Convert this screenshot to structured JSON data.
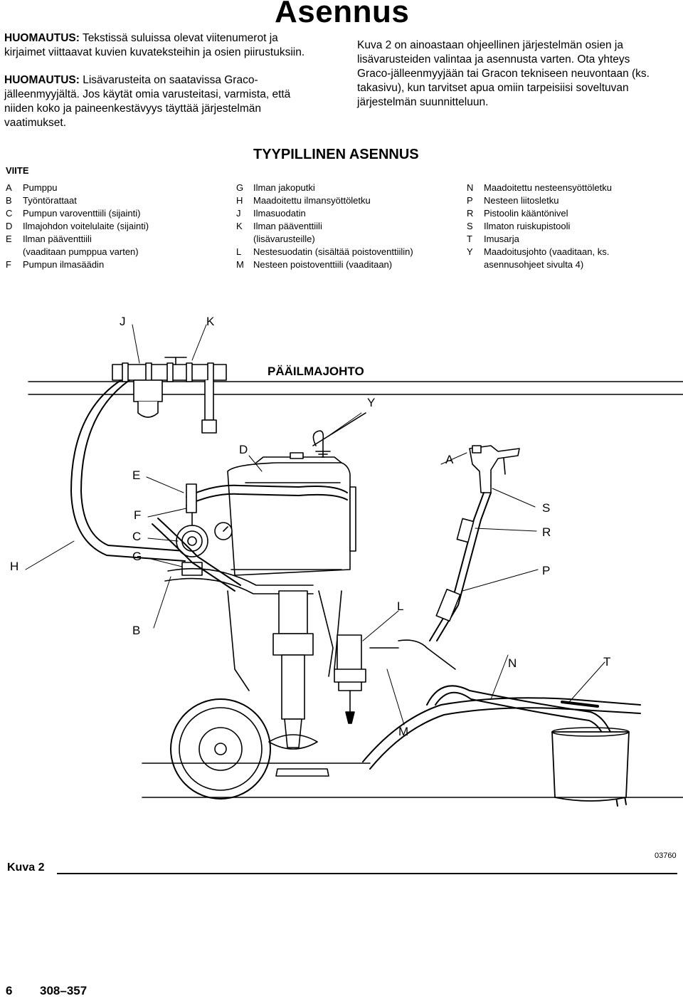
{
  "page": {
    "title": "Asennus",
    "notes_left": [
      {
        "label": "HUOMAUTUS:",
        "text": "Tekstissä suluissa olevat viitenumerot ja kirjaimet viittaavat kuvien kuvateksteihin ja osien piirustuksiin."
      },
      {
        "label": "HUOMAUTUS:",
        "text": "Lisävarusteita on saatavissa Graco-jälleenmyyjältä. Jos käytät omia varusteitasi, varmista, että niiden koko ja paineenkestävyys täyttää järjestelmän vaatimukset."
      }
    ],
    "note_right": "Kuva 2 on ainoastaan ohjeellinen järjestelmän osien ja lisävarusteiden valintaa ja asennusta varten. Ota yhteys Graco-jälleenmyyjään tai Gracon tekniseen neuvontaan (ks. takasivu), kun tarvitset apua omiin tarpeisiisi soveltuvan järjestelmän suunnitteluun.",
    "section_title": "TYYPILLINEN ASENNUS",
    "ref_heading": "VIITE"
  },
  "legend": {
    "col1": [
      {
        "key": "A",
        "text": "Pumppu"
      },
      {
        "key": "B",
        "text": "Työntörattaat"
      },
      {
        "key": "C",
        "text": "Pumpun varoventtiili (sijainti)"
      },
      {
        "key": "D",
        "text": "Ilmajohdon voitelulaite (sijainti)"
      },
      {
        "key": "E",
        "text": "Ilman pääventtiili"
      },
      {
        "key": "",
        "text": "(vaaditaan pumppua varten)"
      },
      {
        "key": "F",
        "text": "Pumpun ilmasäädin"
      }
    ],
    "col2": [
      {
        "key": "G",
        "text": "Ilman jakoputki"
      },
      {
        "key": "H",
        "text": "Maadoitettu ilmansyöttöletku"
      },
      {
        "key": "J",
        "text": "Ilmasuodatin"
      },
      {
        "key": "K",
        "text": "Ilman pääventtiili"
      },
      {
        "key": "",
        "text": "(lisävarusteille)"
      },
      {
        "key": "L",
        "text": "Nestesuodatin (sisältää poistoventtiilin)"
      },
      {
        "key": "M",
        "text": "Nesteen poistoventtiili (vaaditaan)"
      }
    ],
    "col3": [
      {
        "key": "N",
        "text": "Maadoitettu nesteensyöttöletku"
      },
      {
        "key": "P",
        "text": "Nesteen liitosletku"
      },
      {
        "key": "R",
        "text": "Pistoolin kääntönivel"
      },
      {
        "key": "S",
        "text": "Ilmaton ruiskupistooli"
      },
      {
        "key": "T",
        "text": "Imusarja"
      },
      {
        "key": "Y",
        "text": "Maadoitusjohto (vaaditaan, ks."
      },
      {
        "key": "",
        "text": "asennusohjeet sivulta 4)"
      }
    ]
  },
  "figure": {
    "main_air_line": "PÄÄILMAJOHTO",
    "callouts": {
      "J": "J",
      "K": "K",
      "Y": "Y",
      "D": "D",
      "A": "A",
      "E": "E",
      "F": "F",
      "C": "C",
      "G": "G",
      "H": "H",
      "S": "S",
      "R": "R",
      "P": "P",
      "L": "L",
      "B": "B",
      "N": "N",
      "T": "T",
      "M": "M"
    },
    "caption": "Kuva 2",
    "drawing_number": "03760"
  },
  "footer": {
    "page_number": "6",
    "doc_number": "308–357"
  }
}
